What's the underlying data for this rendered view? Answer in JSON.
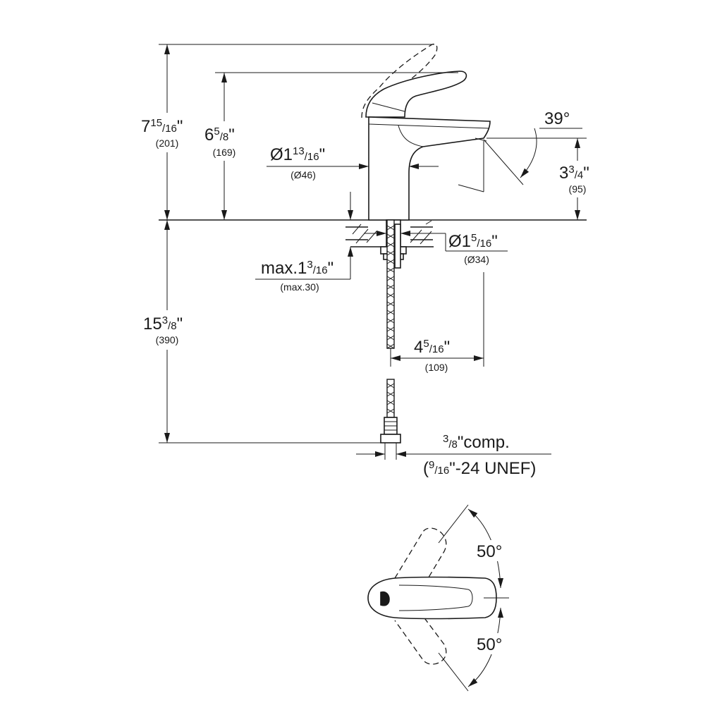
{
  "dimensions": {
    "total_height": {
      "whole": "7",
      "num": "15",
      "den": "16",
      "unit": "\"",
      "metric": "(201)"
    },
    "spout_height": {
      "whole": "6",
      "num": "5",
      "den": "8",
      "unit": "\"",
      "metric": "(169)"
    },
    "body_diameter": {
      "whole": "Ø1",
      "num": "13",
      "den": "16",
      "unit": "\"",
      "metric": "(Ø46)"
    },
    "spout_angle": {
      "text": "39°"
    },
    "outlet_height": {
      "whole": "3",
      "num": "3",
      "den": "4",
      "unit": "\"",
      "metric": "(95)"
    },
    "hole_diameter": {
      "whole": "Ø1",
      "num": "5",
      "den": "16",
      "unit": "\"",
      "metric": "(Ø34)"
    },
    "max_thickness": {
      "whole": "max.1",
      "num": "3",
      "den": "16",
      "unit": "\"",
      "metric": "(max.30)"
    },
    "hose_length": {
      "whole": "15",
      "num": "3",
      "den": "8",
      "unit": "\"",
      "metric": "(390)"
    },
    "spout_reach": {
      "whole": "4",
      "num": "5",
      "den": "16",
      "unit": "\"",
      "metric": "(109)"
    },
    "connection": {
      "num": "3",
      "den": "8",
      "suffix": "\"comp.",
      "open": "(",
      "num2": "9",
      "den2": "16",
      "suffix2": "\"-24 UNEF)"
    },
    "rotation_left": {
      "text": "50°"
    },
    "rotation_right": {
      "text": "50°"
    }
  }
}
